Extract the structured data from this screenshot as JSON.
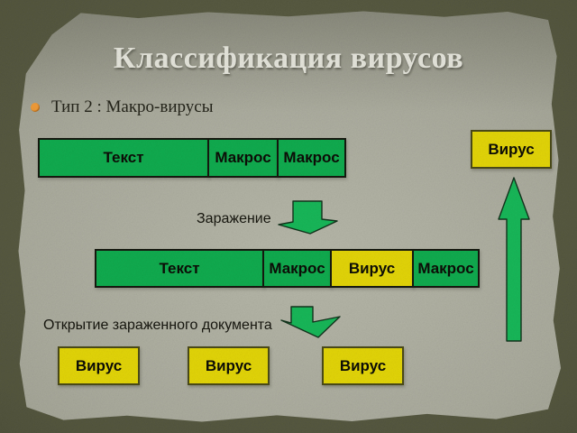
{
  "title": "Классификация вирусов",
  "bullet": {
    "text": "Тип 2 : Макро-вирусы"
  },
  "labels": {
    "infection": "Заражение",
    "open_document": "Открытие зараженного документа"
  },
  "boxes": {
    "virus_standalone": "Вирус",
    "row_clean": [
      {
        "label": "Текст",
        "type": "text"
      },
      {
        "label": "Макрос",
        "type": "macro"
      },
      {
        "label": "Макрос",
        "type": "macro"
      }
    ],
    "row_infected": [
      {
        "label": "Текст",
        "type": "text"
      },
      {
        "label": "Макрос",
        "type": "macro"
      },
      {
        "label": "Вирус",
        "type": "virus"
      },
      {
        "label": "Макрос",
        "type": "macro"
      }
    ],
    "row_viruses": [
      "Вирус",
      "Вирус",
      "Вирус"
    ]
  },
  "icons": {
    "infection_arrow": "down-arrow",
    "open_document_arrow": "down-arrow",
    "virus_return_arrow": "up-arrow"
  },
  "colors": {
    "box_green": "#10ab4e",
    "box_yellow": "#e2d408",
    "arrow_green": "#17b658",
    "bullet_orange": "#ef9b38",
    "paper": "#a9a99c",
    "border_dark": "#14180f"
  }
}
